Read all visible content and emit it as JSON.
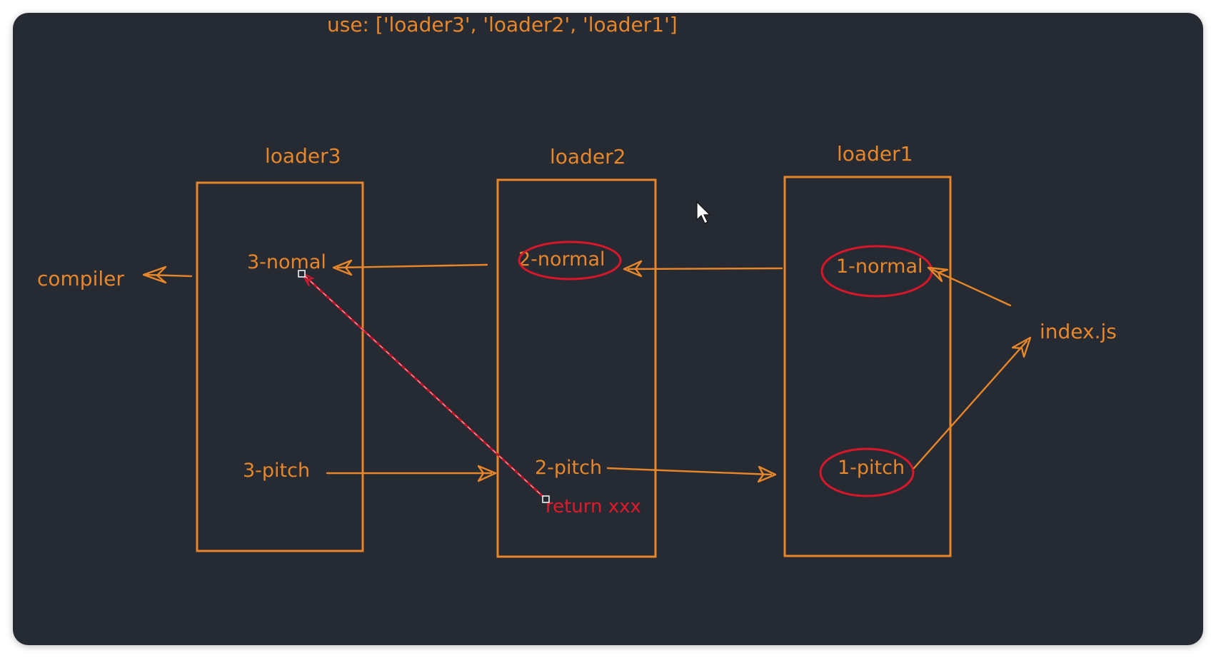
{
  "header": {
    "use_line": "use: ['loader3', 'loader2', 'loader1']"
  },
  "loaders": [
    {
      "title": "loader3",
      "normal": "3-nomal",
      "pitch": "3-pitch"
    },
    {
      "title": "loader2",
      "normal": "2-normal",
      "pitch": "2-pitch",
      "note": "return xxx"
    },
    {
      "title": "loader1",
      "normal": "1-normal",
      "pitch": "1-pitch"
    }
  ],
  "endpoints": {
    "left": "compiler",
    "right": "index.js"
  },
  "colors": {
    "background": "#262a33",
    "accent": "#e8862a",
    "highlight": "#e01a2b"
  }
}
